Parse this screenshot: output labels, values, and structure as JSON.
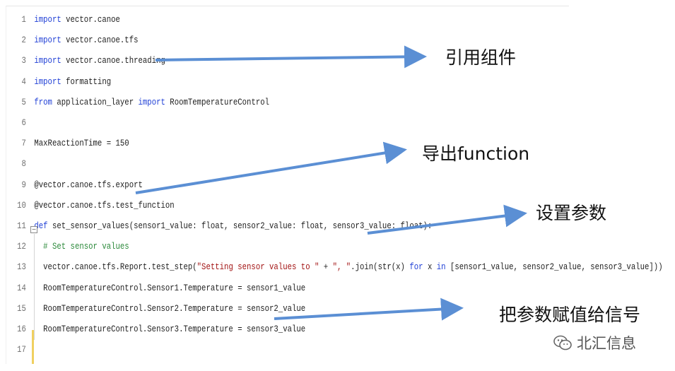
{
  "code_lines": [
    {
      "n": "1",
      "segments": [
        {
          "c": "kw",
          "t": "import"
        },
        {
          "c": "code",
          "t": " vector.canoe"
        }
      ]
    },
    {
      "n": "2",
      "segments": [
        {
          "c": "kw",
          "t": "import"
        },
        {
          "c": "code",
          "t": " vector.canoe.tfs"
        }
      ]
    },
    {
      "n": "3",
      "segments": [
        {
          "c": "kw",
          "t": "import"
        },
        {
          "c": "code",
          "t": " vector.canoe.threading"
        }
      ]
    },
    {
      "n": "4",
      "segments": [
        {
          "c": "kw",
          "t": "import"
        },
        {
          "c": "code",
          "t": " formatting"
        }
      ]
    },
    {
      "n": "5",
      "segments": [
        {
          "c": "kw",
          "t": "from"
        },
        {
          "c": "code",
          "t": " application_layer "
        },
        {
          "c": "kw",
          "t": "import"
        },
        {
          "c": "code",
          "t": " RoomTemperatureControl"
        }
      ]
    },
    {
      "n": "6",
      "segments": []
    },
    {
      "n": "7",
      "segments": [
        {
          "c": "code",
          "t": "MaxReactionTime = 150"
        }
      ]
    },
    {
      "n": "8",
      "segments": []
    },
    {
      "n": "9",
      "segments": [
        {
          "c": "code",
          "t": "@vector.canoe.tfs.export"
        }
      ]
    },
    {
      "n": "10",
      "segments": [
        {
          "c": "code",
          "t": "@vector.canoe.tfs.test_function"
        }
      ]
    },
    {
      "n": "11",
      "segments": [
        {
          "c": "kw",
          "t": "def"
        },
        {
          "c": "code",
          "t": " set_sensor_values(sensor1_value: float, sensor2_value: float, sensor3_value: float):"
        }
      ]
    },
    {
      "n": "12",
      "segments": [
        {
          "c": "code",
          "t": "  "
        },
        {
          "c": "cm",
          "t": "# Set sensor values"
        }
      ]
    },
    {
      "n": "13",
      "segments": [
        {
          "c": "code",
          "t": "  vector.canoe.tfs.Report.test_step("
        },
        {
          "c": "str",
          "t": "\"Setting sensor values to \""
        },
        {
          "c": "code",
          "t": " + "
        },
        {
          "c": "str",
          "t": "\", \""
        },
        {
          "c": "code",
          "t": ".join(str(x) "
        },
        {
          "c": "kw",
          "t": "for"
        },
        {
          "c": "code",
          "t": " x "
        },
        {
          "c": "kw",
          "t": "in"
        },
        {
          "c": "code",
          "t": " [sensor1_value, sensor2_value, sensor3_value]))"
        }
      ]
    },
    {
      "n": "14",
      "segments": [
        {
          "c": "code",
          "t": "  RoomTemperatureControl.Sensor1.Temperature = sensor1_value"
        }
      ]
    },
    {
      "n": "15",
      "segments": [
        {
          "c": "code",
          "t": "  RoomTemperatureControl.Sensor2.Temperature = sensor2_value"
        }
      ]
    },
    {
      "n": "16",
      "segments": [
        {
          "c": "code",
          "t": "  RoomTemperatureControl.Sensor3.Temperature = sensor3_value"
        }
      ]
    },
    {
      "n": "17",
      "segments": []
    }
  ],
  "annotations": {
    "import_components": "引用组件",
    "export_function": "导出function",
    "set_parameters": "设置参数",
    "assign_to_signals": "把参数赋值给信号"
  },
  "watermark": {
    "text": "北汇信息",
    "icon": "wechat-icon"
  },
  "colors": {
    "arrow": "#5b8fd4",
    "keyword": "#1f3fd6",
    "string": "#a31515",
    "comment": "#2e8b3d"
  }
}
